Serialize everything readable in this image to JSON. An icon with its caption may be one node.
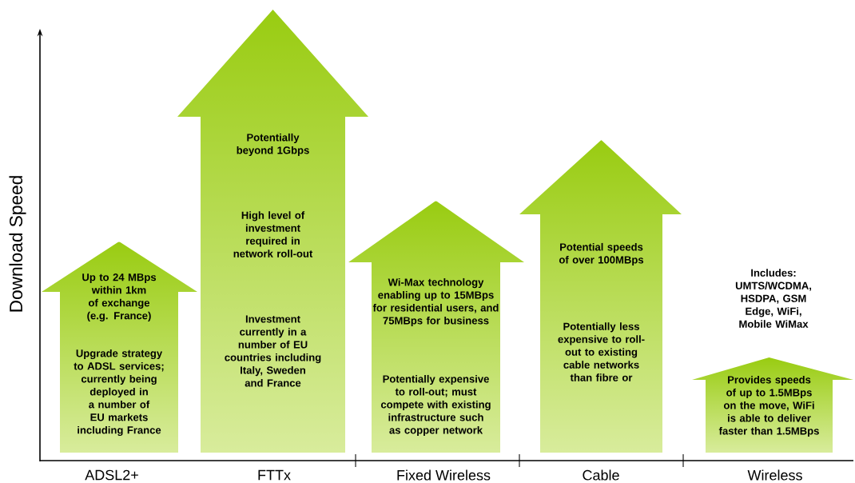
{
  "diagram": {
    "nodes": [
      {
        "text": [
          "Up to 24 MBps within 1km of exchange (e.g. France)",
          "Upgrade strategy to ADSL services; currently being deployed in a number of EU markets including France"
        ]
      },
      {
        "text": [
          "Potentially beyond 1Gbps",
          "High level of investment required in network roll-out",
          "Investment currently in a number of EU countries including Italy, Sweden and France"
        ]
      },
      {
        "text": [
          "Wi-Max technology enabling up to 15MBps for residential users, and 75MBps for business",
          "Potentially expensive to roll-out; must compete with existing infrastructure such as copper network"
        ]
      },
      {
        "text": [
          "Potential speeds of over 100MBps",
          "Potentially less expensive to roll-out to existing cable networks than fibre or"
        ]
      },
      {
        "text": [
          "Provides speeds of up to 1.5MBps on the move, WiFi is able to deliver faster than 1.5MBps"
        ]
      }
    ],
    "labels": [
      "Download Speed",
      "Includes: UMTS/WCDMA, HSDPA, GSM Edge, WiFi, Mobile WiMax",
      "ADSL2+",
      "FTTx",
      "Fixed Wireless",
      "Cable",
      "Wireless"
    ]
  }
}
